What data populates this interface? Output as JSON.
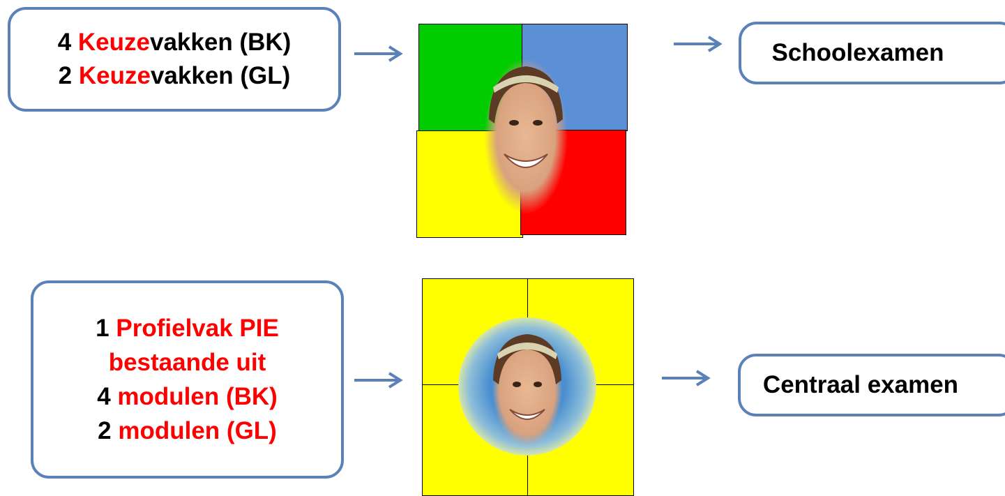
{
  "top": {
    "input_box": {
      "line1": {
        "num": "4 ",
        "red": "Keuze",
        "rest": "vakken (BK)"
      },
      "line2": {
        "num": "2 ",
        "red": "Keuze",
        "rest": "vakken (GL)"
      }
    },
    "result_label": "Schoolexamen",
    "quadrant_colors": [
      "#00cc00",
      "#5b8fd6",
      "#ffff00",
      "#ff0000"
    ]
  },
  "bottom": {
    "input_box": {
      "line1": {
        "num": "1 ",
        "red": "Profielvak PIE"
      },
      "line2": {
        "red": "bestaande uit"
      },
      "line3": {
        "num": "4 ",
        "red": "modulen (BK)"
      },
      "line4": {
        "num": "2 ",
        "red": "modulen (GL)"
      }
    },
    "result_label": "Centraal examen",
    "quadrant_colors": [
      "#ffff00",
      "#ffff00",
      "#ffff00",
      "#ffff00"
    ]
  },
  "colors": {
    "box_border": "#5b82b8",
    "arrow": "#5b82b8",
    "highlight_text": "#ff0000"
  },
  "icons": [
    "right-arrow-icon",
    "girl-face-photo"
  ]
}
